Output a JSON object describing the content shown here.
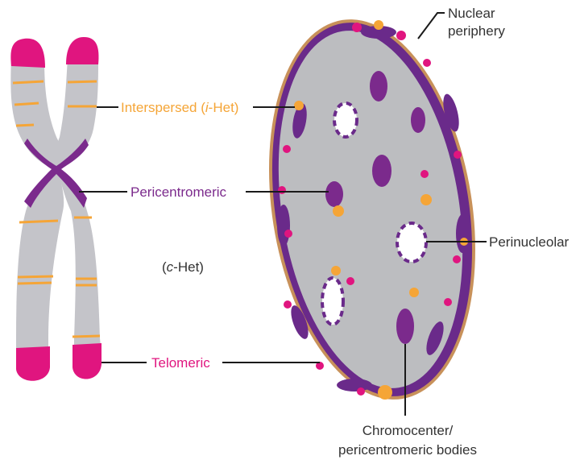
{
  "labels": {
    "interspersed_prefix": "Interspersed (",
    "interspersed_italic": "i",
    "interspersed_suffix": "-Het)",
    "pericentromeric": "Pericentromeric",
    "c_het_open": "(",
    "c_het_italic": "c",
    "c_het_suffix": "-Het)",
    "telomeric": "Telomeric",
    "nuclear_periphery_line1": "Nuclear",
    "nuclear_periphery_line2": "periphery",
    "perinucleolar": "Perinucleolar",
    "chromocenter_line1": "Chromocenter/",
    "chromocenter_line2": "pericentromeric bodies"
  },
  "colors": {
    "chromosome_arm": "#c4c4c9",
    "telomere": "#e0157f",
    "centromere": "#7b2a8c",
    "interspersed_band": "#f5a537",
    "nucleus_fill": "#bcbdc0",
    "nuclear_envelope": "#c8915a",
    "peripheral_heterochromatin": "#6a2a8a",
    "nucleolus_fill": "#ffffff",
    "label_orange": "#f5a537",
    "label_purple": "#7b2a8c",
    "label_pink": "#e0157f",
    "label_dark": "#333333"
  }
}
